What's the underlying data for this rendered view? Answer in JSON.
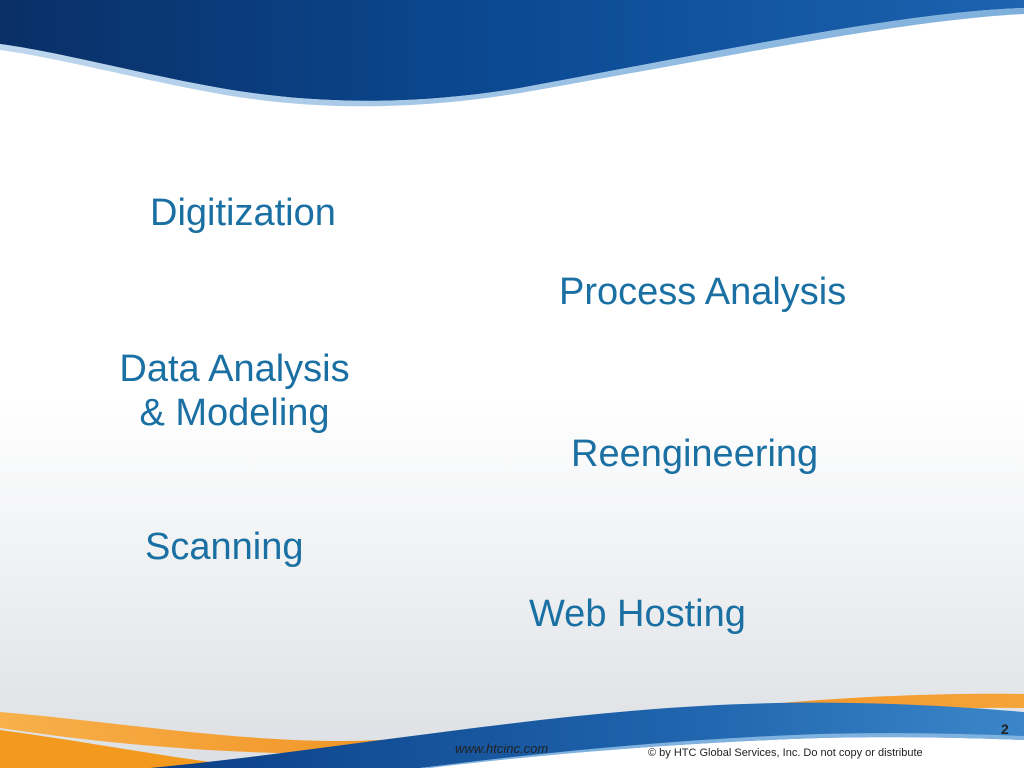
{
  "slide": {
    "items": [
      "Digitization",
      "Process Analysis",
      "Reengineering",
      "Scanning",
      "Web Hosting"
    ],
    "data_analysis": {
      "line1": "Data Analysis",
      "line2": "& Modeling"
    }
  },
  "footer": {
    "url": "www.htcinc.com",
    "copyright": "© by HTC Global Services, Inc. Do not copy or distribute",
    "page_number": "2"
  },
  "colors": {
    "text_blue": "#1a6fa3",
    "header_navy": "#0a3f86",
    "swoosh_orange": "#f39a1e",
    "swoosh_blue": "#2b78be"
  }
}
